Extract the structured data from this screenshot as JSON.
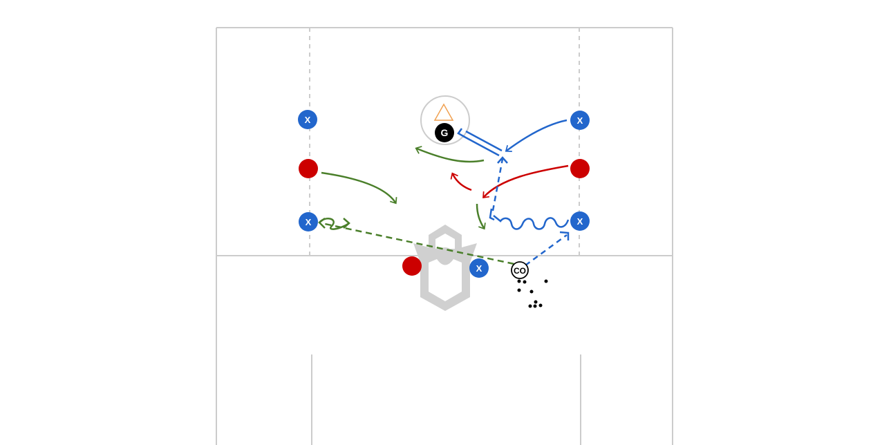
{
  "diagram": {
    "colors": {
      "field_line": "#cccccc",
      "logo_gray": "#d0d0d0",
      "offense_blue": "#2266cc",
      "defense_red": "#cc0000",
      "pass_green": "#4a7f2a",
      "goalie_black": "#000000",
      "cone_orange": "#f0a050"
    },
    "players": [
      {
        "id": "x-left-top",
        "team": "blue",
        "label": "X"
      },
      {
        "id": "x-left-bottom",
        "team": "blue",
        "label": "X"
      },
      {
        "id": "x-right-top",
        "team": "blue",
        "label": "X"
      },
      {
        "id": "x-right-bottom",
        "team": "blue",
        "label": "X"
      },
      {
        "id": "x-center",
        "team": "blue",
        "label": "X"
      },
      {
        "id": "red-left",
        "team": "red",
        "label": ""
      },
      {
        "id": "red-right",
        "team": "red",
        "label": ""
      },
      {
        "id": "red-center",
        "team": "red",
        "label": ""
      }
    ],
    "goalie_label": "G",
    "coach_label": "CO",
    "icons": [
      "goal-crease-icon",
      "cone-icon",
      "lacrosse-logo-icon",
      "ball-pile-icon"
    ]
  }
}
